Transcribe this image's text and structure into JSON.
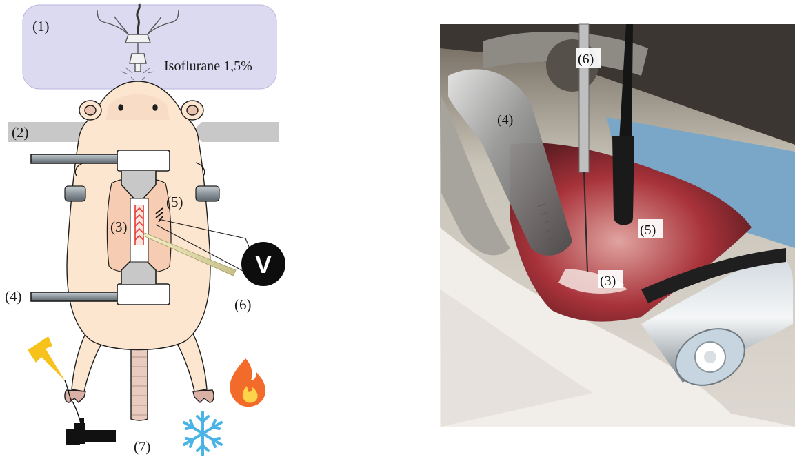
{
  "diagram": {
    "labels": {
      "l1": "(1)",
      "iso": "Isoflurane 1,5%",
      "l2": "(2)",
      "l3": "(3)",
      "l4": "(4)",
      "l5": "(5)",
      "l6": "(6)",
      "l7": "(7)",
      "voltmeter": "V"
    },
    "icons": [
      "lightning-icon",
      "flame-icon",
      "snowflake-icon",
      "electrode-plug-icon"
    ],
    "colors": {
      "anesthesia_box": "#dcdaf0",
      "body": "#fde6d0",
      "outline": "#1e1e1e",
      "ear_bar": "#c8c8c8",
      "rod": "#9aa3a8",
      "spine_incision": "#e63a2e",
      "lightning": "#f7c21b",
      "flame": "#f26b2a",
      "snowflake": "#4ab4e6",
      "voltmeter": "#0d0d0d"
    }
  },
  "photo": {
    "labels": {
      "p6": "(6)",
      "p4": "(4)",
      "p5": "(5)",
      "p3": "(3)"
    }
  }
}
